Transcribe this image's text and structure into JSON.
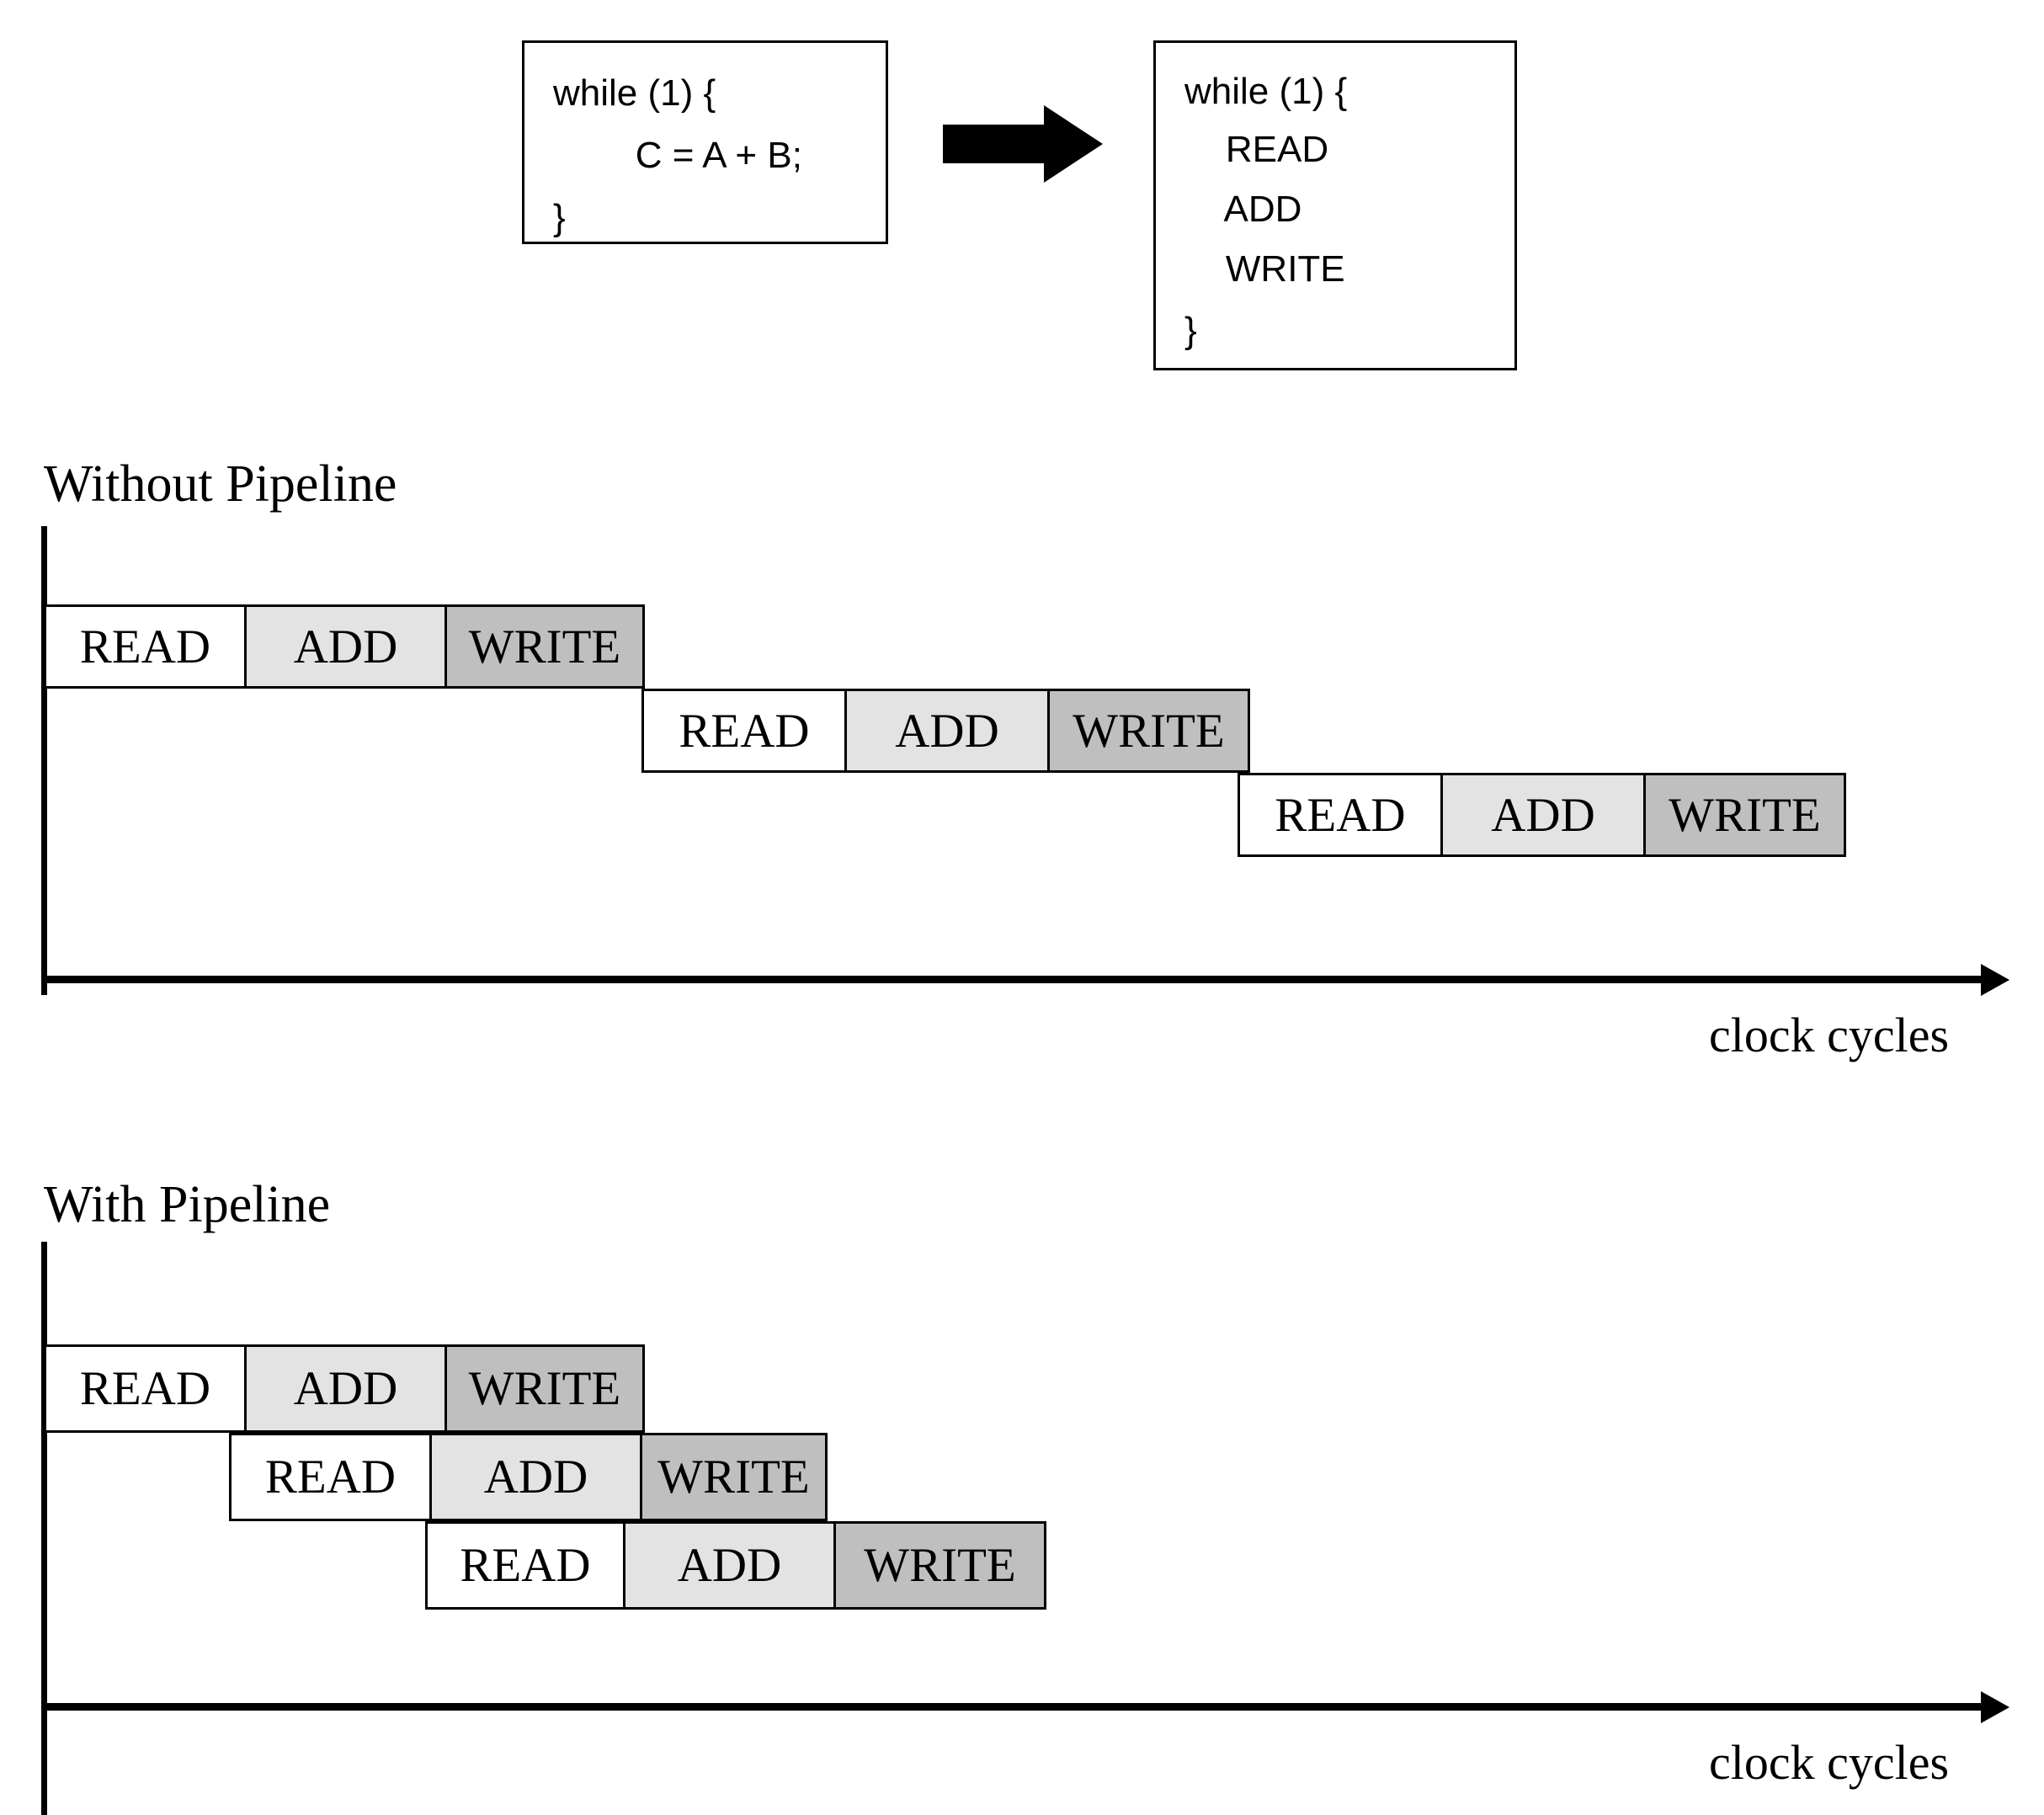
{
  "code_boxes": {
    "source": {
      "name": "source-code",
      "lines": [
        "while (1) {",
        "        C = A + B;",
        "}"
      ]
    },
    "translated": {
      "name": "translated-code",
      "lines": [
        "while (1) {",
        "    READ",
        "    ADD",
        "    WRITE",
        "}"
      ]
    },
    "arrow_label": "translates-to-arrow"
  },
  "sections": [
    {
      "title": "Without Pipeline",
      "axis_label": "clock cycles",
      "rows": [
        {
          "stages": [
            "READ",
            "ADD",
            "WRITE"
          ]
        },
        {
          "stages": [
            "READ",
            "ADD",
            "WRITE"
          ]
        },
        {
          "stages": [
            "READ",
            "ADD",
            "WRITE"
          ]
        }
      ]
    },
    {
      "title": "With Pipeline",
      "axis_label": "clock cycles",
      "rows": [
        {
          "stages": [
            "READ",
            "ADD",
            "WRITE"
          ]
        },
        {
          "stages": [
            "READ",
            "ADD",
            "WRITE"
          ]
        },
        {
          "stages": [
            "READ",
            "ADD",
            "WRITE"
          ]
        }
      ]
    }
  ],
  "colors": {
    "read_fill": "#ffffff",
    "add_fill": "#e3e3e3",
    "write_fill": "#bfbfbf",
    "stroke": "#000000"
  }
}
